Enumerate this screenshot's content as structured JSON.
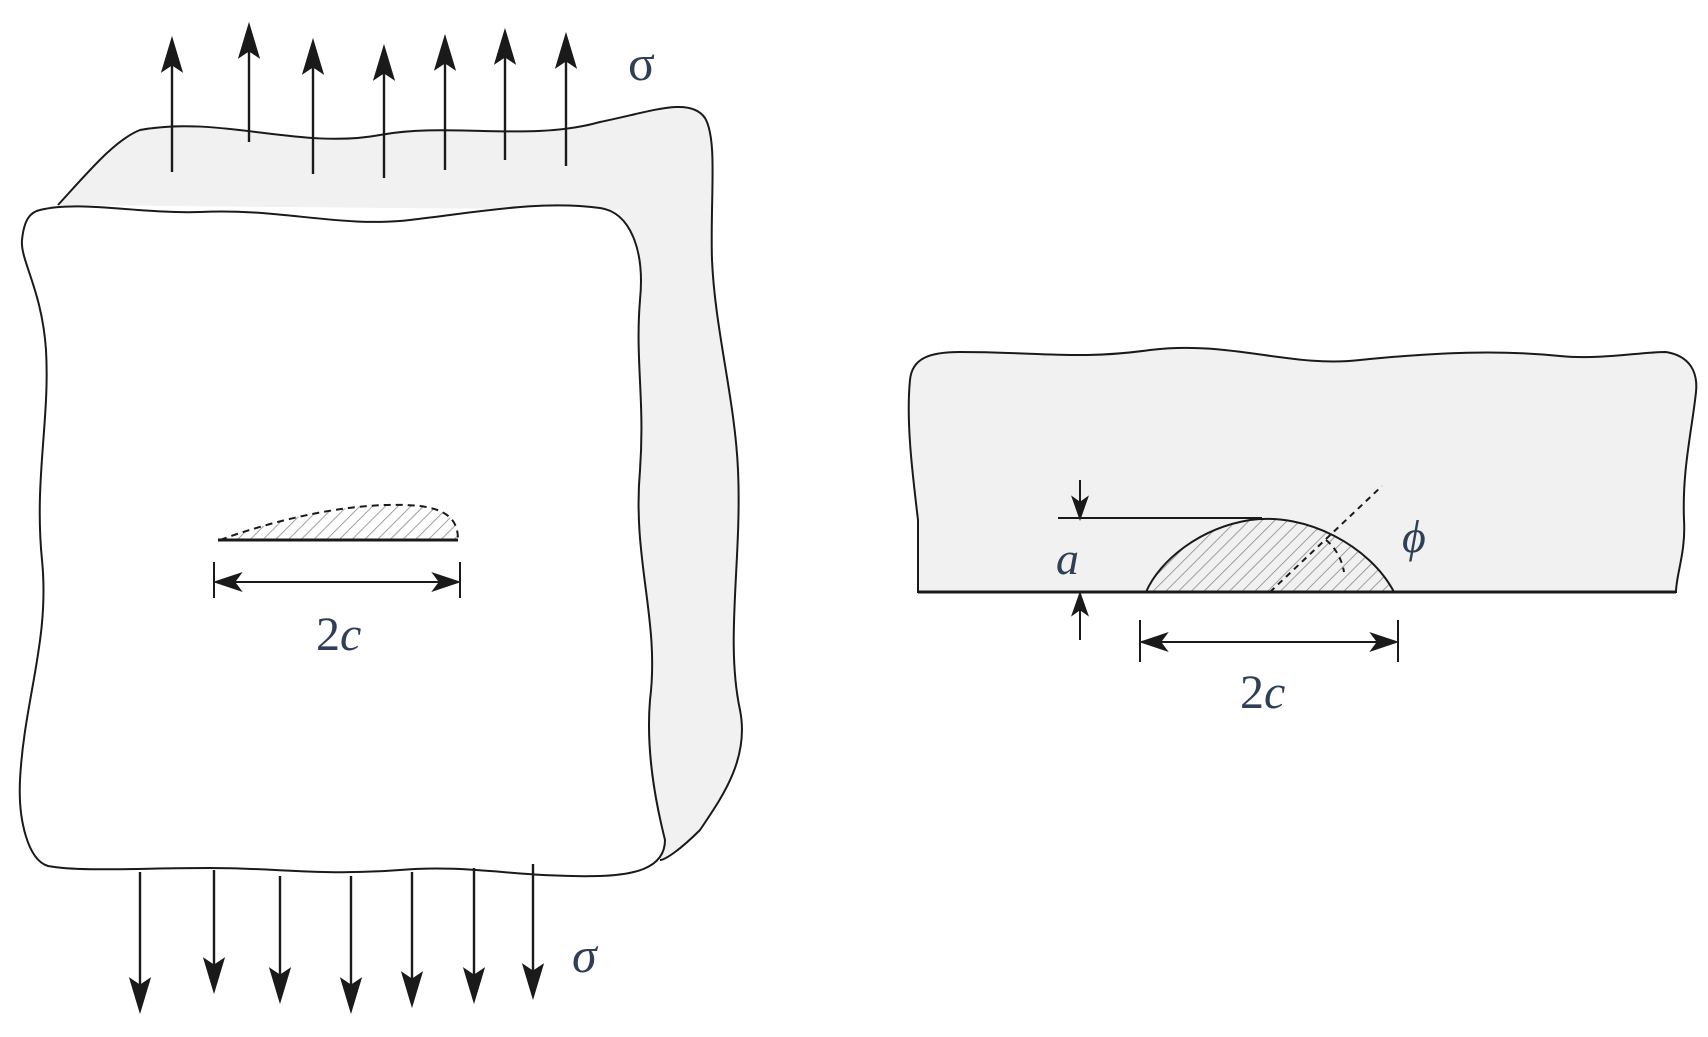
{
  "left_panel": {
    "stress_top_label": "σ",
    "stress_bottom_label": "σ",
    "crack_length_label_num": "2",
    "crack_length_label_var": "c"
  },
  "right_panel": {
    "crack_depth_label": "a",
    "angle_label": "ϕ",
    "crack_length_label_num": "2",
    "crack_length_label_var": "c"
  },
  "colors": {
    "plate_face": "#ffffff",
    "plate_side": "#f1f1f1",
    "line": "#1a1a1a",
    "hatch": "#7a7a7a"
  }
}
